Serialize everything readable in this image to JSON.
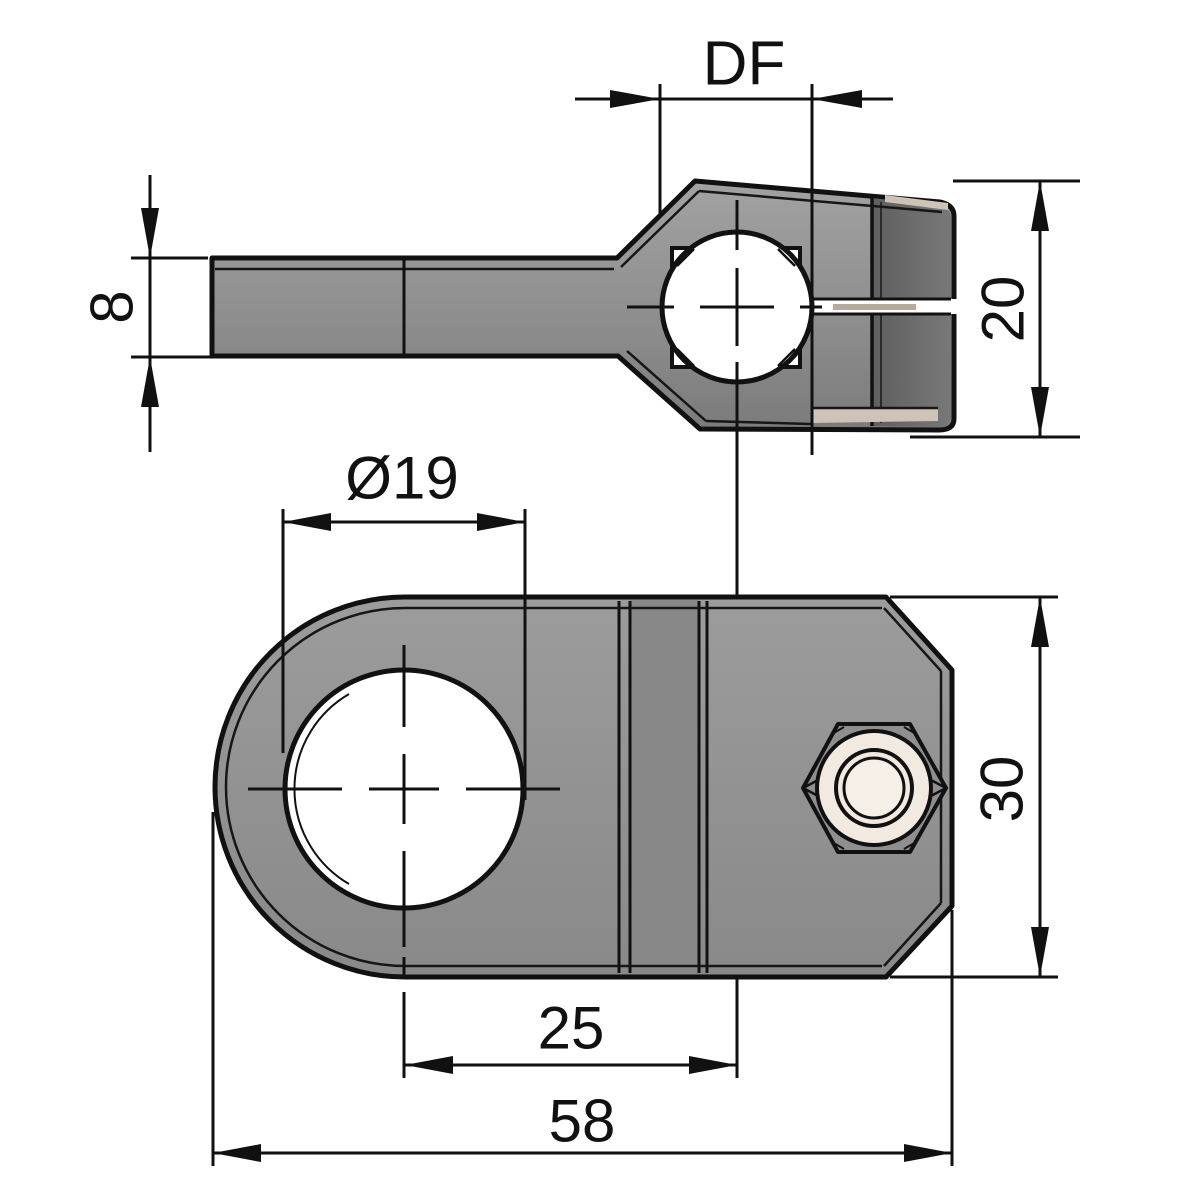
{
  "drawing": {
    "type": "technical-drawing",
    "part": "tube-clamp-bracket",
    "views": {
      "side_view": {
        "name": "side profile view"
      },
      "plan_view": {
        "name": "top plan view"
      }
    },
    "dimensions": {
      "clamp_diameter": {
        "label": "DF"
      },
      "arm_thickness": {
        "label": "8"
      },
      "clamp_head_height": {
        "label": "20"
      },
      "hole_diameter": {
        "label": "Ø19"
      },
      "center_distance": {
        "label": "25"
      },
      "overall_length": {
        "label": "58"
      },
      "plate_width": {
        "label": "30"
      }
    },
    "colors": {
      "background": "#ffffff",
      "line": "#111111",
      "body_gray": "#909090",
      "body_gray_light": "#a0a0a0",
      "body_gray_dark": "#7b7b7b",
      "jaw_dark_gray": "#686868",
      "band_gray": "#888888",
      "chamfer_tan": "#cdc3b6",
      "slit_tan": "#b5aa9c",
      "washer_cream": "#f2e9e0"
    }
  }
}
